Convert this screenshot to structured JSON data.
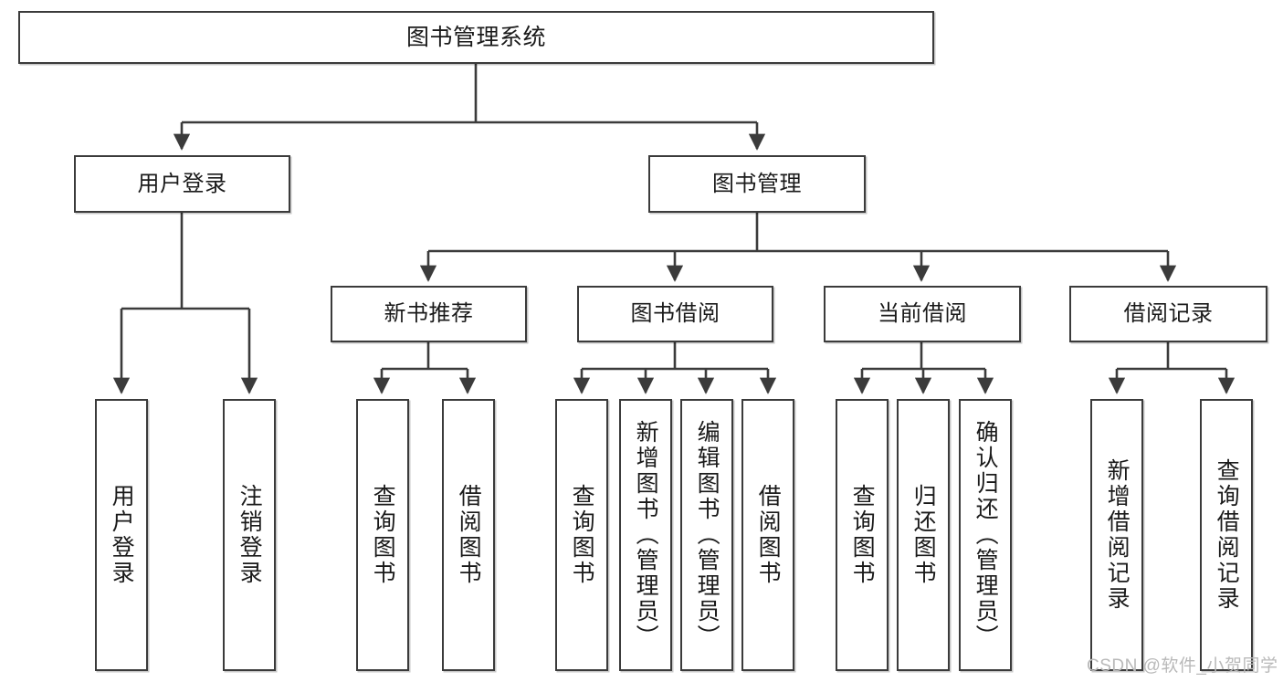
{
  "diagram": {
    "type": "hierarchy-tree",
    "title": "图书管理系统",
    "watermark": "CSDN @软件_小贺同学",
    "colors": {
      "box_border": "#3b3b3b",
      "box_fill": "#ffffff",
      "line": "#3b3b3b",
      "text": "#1a1a1a",
      "watermark": "#b9b9b9"
    },
    "levels": {
      "root": [
        "图书管理系统"
      ],
      "level2": [
        "用户登录",
        "图书管理"
      ],
      "level3": [
        "新书推荐",
        "图书借阅",
        "当前借阅",
        "借阅记录"
      ],
      "level4": [
        "用户登录",
        "注销登录",
        "查询图书",
        "借阅图书",
        "查询图书",
        "新增图书（管理员）",
        "编辑图书（管理员）",
        "借阅图书",
        "查询图书",
        "归还图书",
        "确认归还（管理员）",
        "新增借阅记录",
        "查询借阅记录"
      ]
    },
    "nodes": {
      "root": {
        "label": "图书管理系统"
      },
      "user_login": {
        "label": "用户登录"
      },
      "book_manage": {
        "label": "图书管理"
      },
      "new_book_rec": {
        "label": "新书推荐"
      },
      "book_borrow": {
        "label": "图书借阅"
      },
      "current_borrow": {
        "label": "当前借阅"
      },
      "borrow_record": {
        "label": "借阅记录"
      },
      "leaf_user_login": {
        "label": "用户登录"
      },
      "leaf_user_logout": {
        "label": "注销登录"
      },
      "leaf_rec_query": {
        "label": "查询图书"
      },
      "leaf_rec_borrow": {
        "label": "借阅图书"
      },
      "leaf_borrow_query": {
        "label": "查询图书"
      },
      "leaf_borrow_add": {
        "label": "新增图书（管理员）"
      },
      "leaf_borrow_edit": {
        "label": "编辑图书（管理员）"
      },
      "leaf_borrow_lend": {
        "label": "借阅图书"
      },
      "leaf_cur_query": {
        "label": "查询图书"
      },
      "leaf_cur_return": {
        "label": "归还图书"
      },
      "leaf_cur_confirm": {
        "label": "确认归还（管理员）"
      },
      "leaf_rec_add": {
        "label": "新增借阅记录"
      },
      "leaf_rec_query2": {
        "label": "查询借阅记录"
      }
    },
    "edges": [
      {
        "from": "root",
        "to": "user_login"
      },
      {
        "from": "root",
        "to": "book_manage"
      },
      {
        "from": "user_login",
        "to": "leaf_user_login"
      },
      {
        "from": "user_login",
        "to": "leaf_user_logout"
      },
      {
        "from": "book_manage",
        "to": "new_book_rec"
      },
      {
        "from": "book_manage",
        "to": "book_borrow"
      },
      {
        "from": "book_manage",
        "to": "current_borrow"
      },
      {
        "from": "book_manage",
        "to": "borrow_record"
      },
      {
        "from": "new_book_rec",
        "to": "leaf_rec_query"
      },
      {
        "from": "new_book_rec",
        "to": "leaf_rec_borrow"
      },
      {
        "from": "book_borrow",
        "to": "leaf_borrow_query"
      },
      {
        "from": "book_borrow",
        "to": "leaf_borrow_add"
      },
      {
        "from": "book_borrow",
        "to": "leaf_borrow_edit"
      },
      {
        "from": "book_borrow",
        "to": "leaf_borrow_lend"
      },
      {
        "from": "current_borrow",
        "to": "leaf_cur_query"
      },
      {
        "from": "current_borrow",
        "to": "leaf_cur_return"
      },
      {
        "from": "current_borrow",
        "to": "leaf_cur_confirm"
      },
      {
        "from": "borrow_record",
        "to": "leaf_rec_add"
      },
      {
        "from": "borrow_record",
        "to": "leaf_rec_query2"
      }
    ]
  }
}
